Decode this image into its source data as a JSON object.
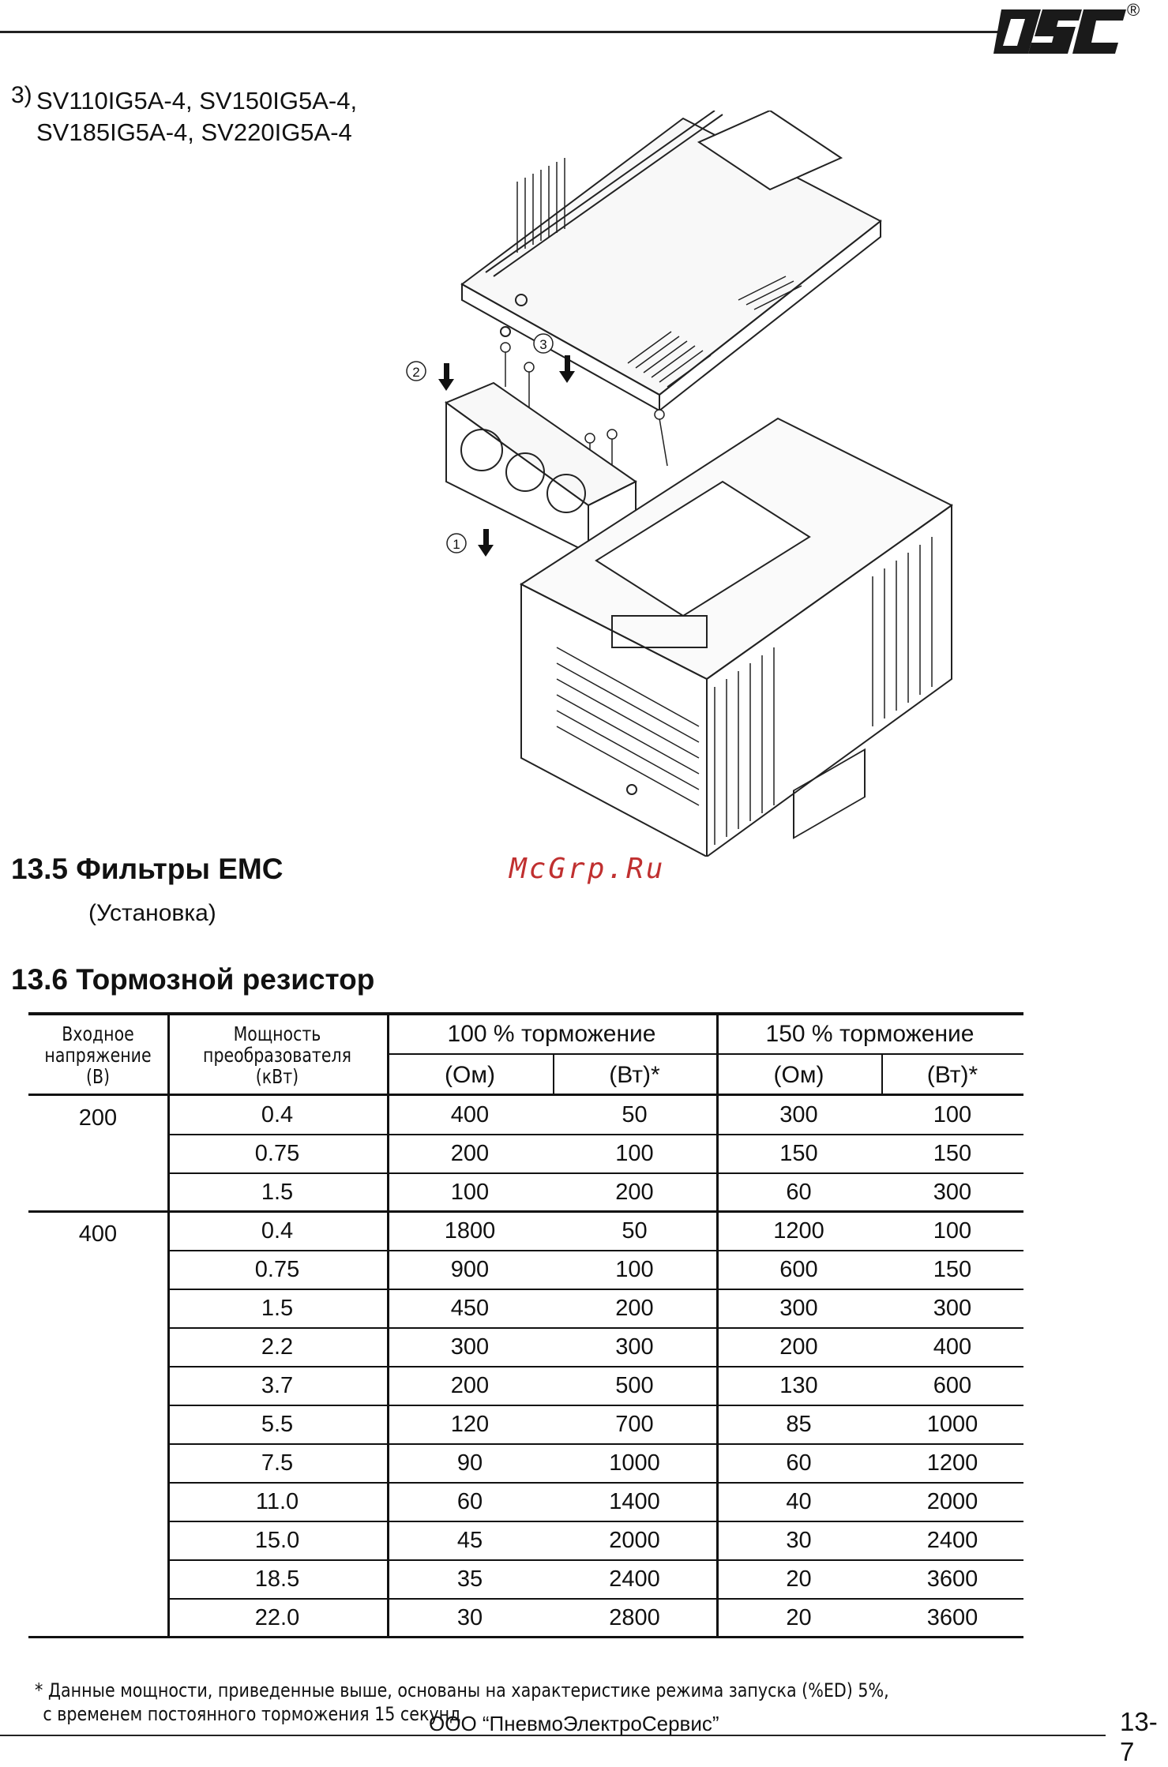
{
  "header": {
    "logo_name": "company-logo",
    "registered_mark": "®"
  },
  "model": {
    "number": "3)",
    "line1": "SV110IG5A-4, SV150IG5A-4,",
    "line2": "SV185IG5A-4, SV220IG5A-4"
  },
  "drawing": {
    "step1": "1",
    "step2": "2",
    "step3": "3"
  },
  "section_emc": {
    "title": "13.5 Фильтры EMC",
    "subtitle": "(Установка)"
  },
  "watermark": "McGrp.Ru",
  "section_brake": {
    "title": "13.6 Тормозной резистор"
  },
  "table": {
    "headers": {
      "input_voltage": [
        "Входное",
        "напряжение",
        "(В)"
      ],
      "inverter_power": [
        "Мощность",
        "преобразователя",
        "(кВт)"
      ],
      "braking_100": "100 % торможение",
      "braking_150": "150 % торможение",
      "ohm": "(Ом)",
      "watt": "(Вт)*"
    },
    "groups": [
      {
        "voltage": "200",
        "rows": [
          [
            "0.4",
            "400",
            "50",
            "300",
            "100"
          ],
          [
            "0.75",
            "200",
            "100",
            "150",
            "150"
          ],
          [
            "1.5",
            "100",
            "200",
            "60",
            "300"
          ]
        ]
      },
      {
        "voltage": "400",
        "rows": [
          [
            "0.4",
            "1800",
            "50",
            "1200",
            "100"
          ],
          [
            "0.75",
            "900",
            "100",
            "600",
            "150"
          ],
          [
            "1.5",
            "450",
            "200",
            "300",
            "300"
          ],
          [
            "2.2",
            "300",
            "300",
            "200",
            "400"
          ],
          [
            "3.7",
            "200",
            "500",
            "130",
            "600"
          ],
          [
            "5.5",
            "120",
            "700",
            "85",
            "1000"
          ],
          [
            "7.5",
            "90",
            "1000",
            "60",
            "1200"
          ],
          [
            "11.0",
            "60",
            "1400",
            "40",
            "2000"
          ],
          [
            "15.0",
            "45",
            "2000",
            "30",
            "2400"
          ],
          [
            "18.5",
            "35",
            "2400",
            "20",
            "3600"
          ],
          [
            "22.0",
            "30",
            "2800",
            "20",
            "3600"
          ]
        ]
      }
    ]
  },
  "footnote": {
    "line1": "* Данные мощности, приведенные выше, основаны на характеристике режима запуска (%ED) 5%,",
    "line2": "с временем постоянного торможения 15 секунд"
  },
  "footer": {
    "company": "ООО “ПневмоЭлектроСервис”",
    "page": "13-7"
  }
}
